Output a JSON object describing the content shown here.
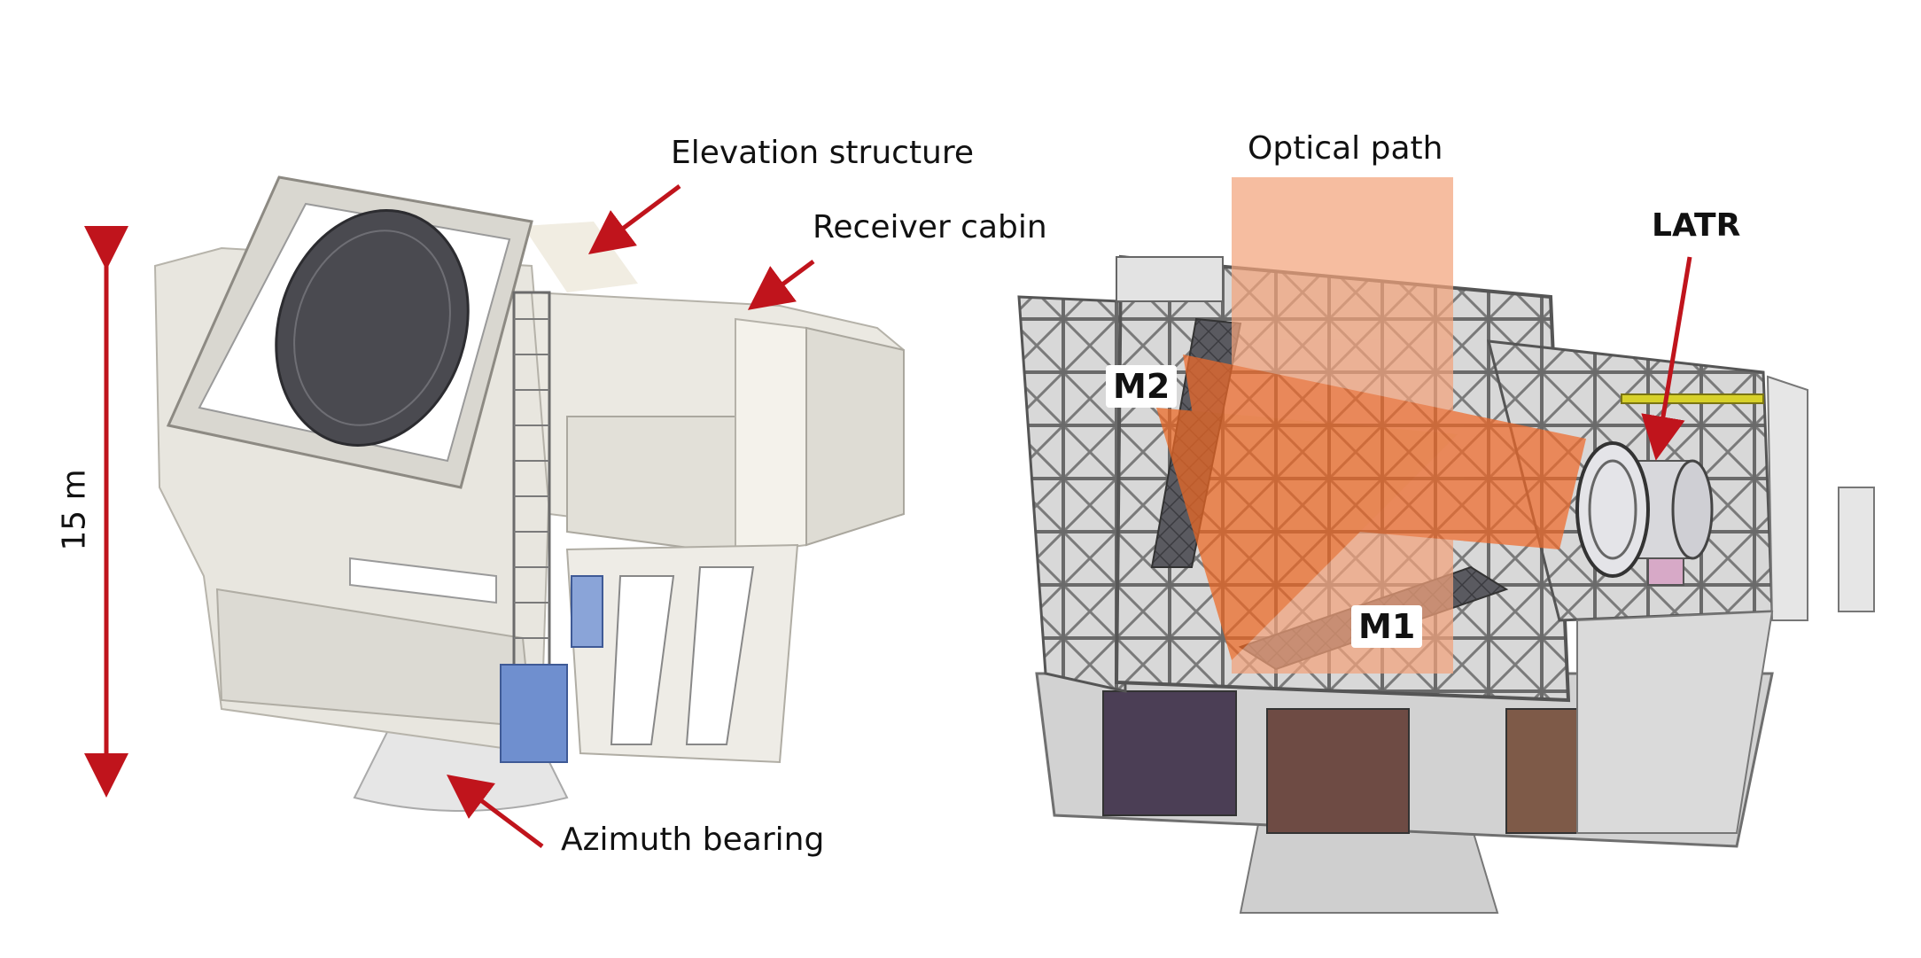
{
  "labels": {
    "elevation_structure": "Elevation structure",
    "receiver_cabin": "Receiver cabin",
    "azimuth_bearing": "Azimuth bearing",
    "height": "15 m",
    "optical_path": "Optical path",
    "latr": "LATR",
    "m1": "M1",
    "m2": "M2"
  },
  "colors": {
    "arrow": "#c0141c",
    "optical_beam": "#f07a38",
    "structure_light": "#e9e7e0",
    "structure_dark": "#8f8f8f",
    "elevator_blue": "#6f8fcf"
  }
}
